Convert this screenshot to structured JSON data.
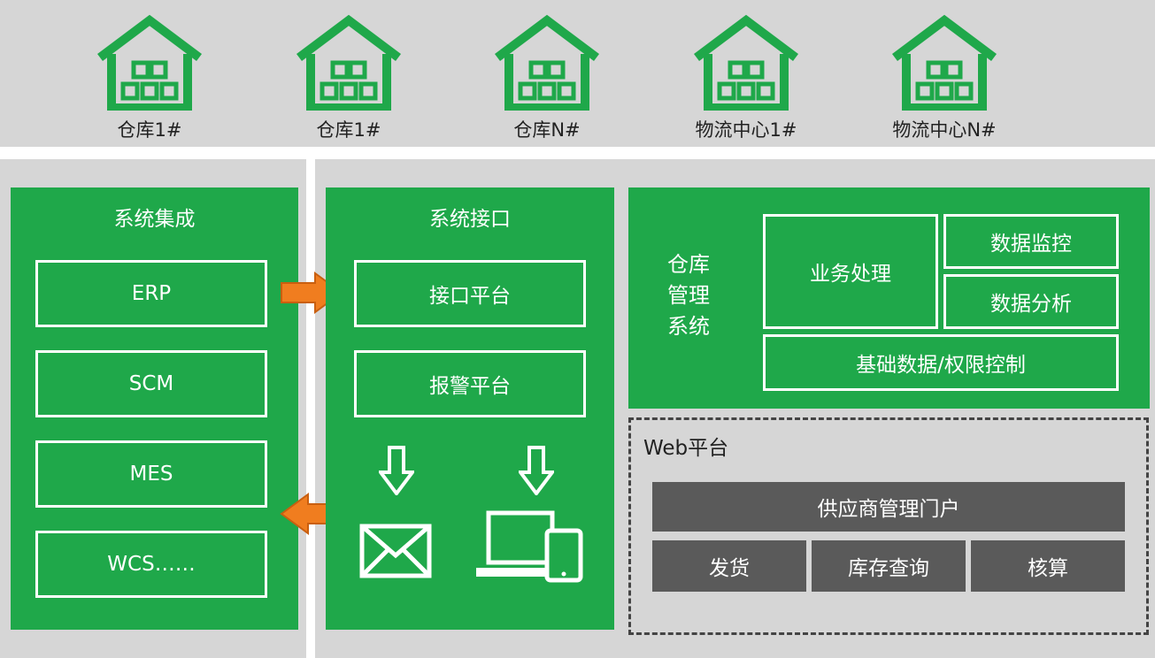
{
  "warehouses": [
    {
      "label": "仓库1#"
    },
    {
      "label": "仓库1#"
    },
    {
      "label": "仓库N#"
    },
    {
      "label": "物流中心1#"
    },
    {
      "label": "物流中心N#"
    }
  ],
  "integration": {
    "title": "系统集成",
    "items": [
      "ERP",
      "SCM",
      "MES",
      "WCS……"
    ]
  },
  "interface": {
    "title": "系统接口",
    "items": [
      "接口平台",
      "报警平台"
    ]
  },
  "wms": {
    "label_lines": [
      "仓库",
      "管理",
      "系统"
    ],
    "business": "业务处理",
    "monitor": "数据监控",
    "analysis": "数据分析",
    "basic": "基础数据/权限控制"
  },
  "web": {
    "title": "Web平台",
    "portal": "供应商管理门户",
    "items": [
      "发货",
      "库存查询",
      "核算"
    ]
  },
  "colors": {
    "green": "#1fa84a",
    "orange": "#f07d1f",
    "dark_box": "#5a5a5a",
    "band": "#d6d6d6"
  }
}
